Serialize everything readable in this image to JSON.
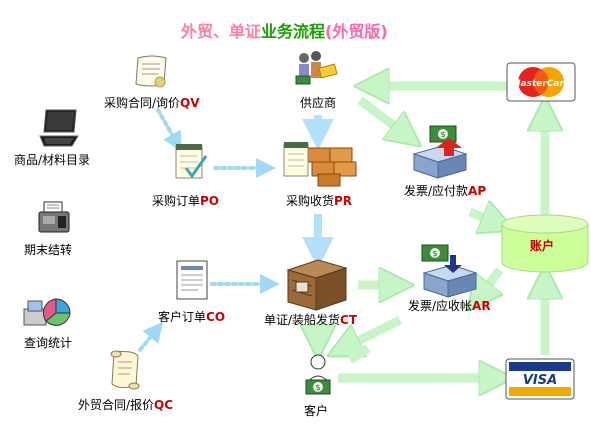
{
  "title": {
    "part1": "外贸、单证",
    "part2": "业务流程",
    "part3": "(外贸版)"
  },
  "left_menu": {
    "catalog": "商品/材料目录",
    "period_close": "期末结转",
    "query_stats": "查询统计"
  },
  "nodes": {
    "purchase_contract": {
      "text": "采购合同/询价",
      "code": "QV"
    },
    "supplier": {
      "text": "供应商",
      "code": ""
    },
    "purchase_order": {
      "text": "采购订单",
      "code": "PO"
    },
    "purchase_receipt": {
      "text": "采购收货",
      "code": "PR"
    },
    "invoice_payable": {
      "text": "发票/应付款",
      "code": "AP"
    },
    "account": {
      "text": "账户",
      "code": ""
    },
    "customer_order": {
      "text": "客户订单",
      "code": "CO"
    },
    "shipping": {
      "text": "单证/装船发货",
      "code": "CT"
    },
    "invoice_receivable": {
      "text": "发票/应收帐",
      "code": "AR"
    },
    "customer": {
      "text": "客户",
      "code": ""
    },
    "sales_contract": {
      "text": "外贸合同/报价",
      "code": "QC"
    }
  },
  "cards": {
    "mastercard": "MasterCard",
    "visa": "VISA"
  },
  "colors": {
    "arrow_fill": "#c8f5c8",
    "arrow_stroke": "#a8e8a8",
    "account_fill": "#ccff99",
    "account_text": "#cc0000",
    "code_red": "#cc0000",
    "dotted_blue": "#9fd6f5",
    "solid_blue": "#a8d8f8",
    "money_green": "#3c8c3c"
  }
}
